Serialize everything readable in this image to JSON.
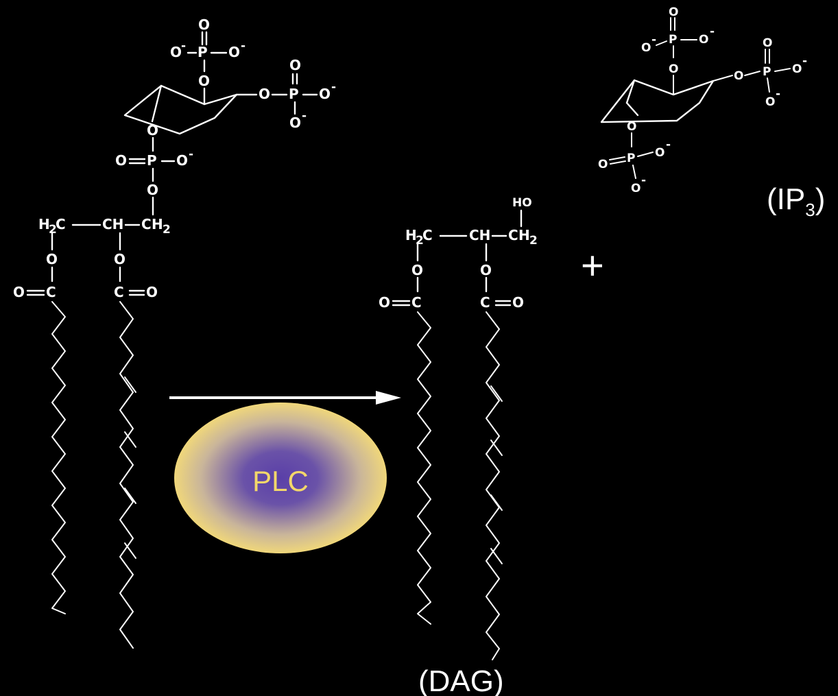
{
  "labels": {
    "dag": "(DAG)",
    "ip3_main": "(IP",
    "ip3_sub": "3",
    "ip3_close": ")",
    "enzyme": "PLC",
    "plus": "+"
  },
  "atoms": {
    "o": "O",
    "p": "P",
    "c": "C",
    "ch": "CH",
    "h": "H",
    "two": "2",
    "o_minus": "O",
    "minus": "-",
    "ho": "HO"
  },
  "colors": {
    "background": "#000000",
    "foreground": "#ffffff",
    "enzyme_text": "#f3d76a",
    "enzyme_outer": "#f0d77a",
    "enzyme_inner": "#5a3fa8"
  }
}
